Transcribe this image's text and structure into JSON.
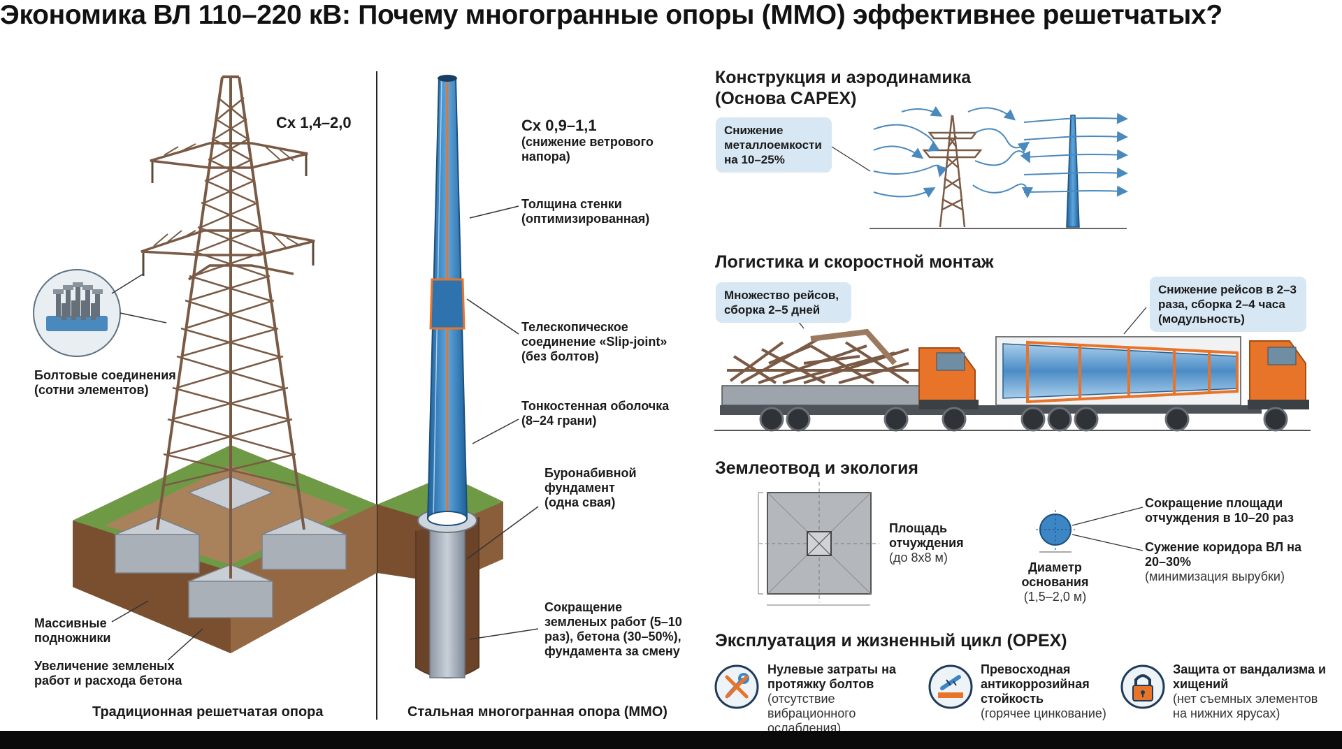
{
  "title": "Экономика ВЛ 110–220 кВ: Почему многогранные опоры (ММО) эффективнее решетчатых?",
  "lattice": {
    "cx": "Cx 1,4–2,0",
    "bolts_title": "Болтовые соединения",
    "bolts_sub": "(сотни элементов)",
    "footings": "Массивные подножники",
    "earthworks": "Увеличение земленых работ и расхода бетона",
    "caption": "Традиционная решетчатая опора"
  },
  "mmo": {
    "cx_title": "Cx 0,9–1,1",
    "cx_sub": "(снижение ветрового напора)",
    "wall_title": "Толщина стенки",
    "wall_sub": "(оптимизированная)",
    "slip_title": "Телескопическое соединение «Slip-joint»",
    "slip_sub": "(без болтов)",
    "shell_title": "Тонкостенная оболочка",
    "shell_sub": "(8–24 грани)",
    "found_title": "Буронабивной фундамент",
    "found_sub": "(одна свая)",
    "reduce_title": "Сокращение земленых работ (5–10 раз), бетона (30–50%), фундамента за смену",
    "caption": "Стальная многогранная опора (ММО)"
  },
  "sections": {
    "construction": {
      "title_l1": "Конструкция и аэродинамика",
      "title_l2": "(Основа CAPEX)",
      "callout": "Снижение металлоемкости на 10–25%"
    },
    "logistics": {
      "title": "Логистика и скоростной монтаж",
      "callout_left": "Множество рейсов, сборка 2–5 дней",
      "callout_right": "Снижение рейсов в 2–3 раза, сборка 2–4 часа (модульность)"
    },
    "ground": {
      "title": "Землеотвод и экология",
      "area_title": "Площадь отчуждения",
      "area_sub": "(до 8x8 м)",
      "diam_title": "Диаметр основания",
      "diam_sub": "(1,5–2,0 м)",
      "reduce_area": "Сокращение площади отчуждения в 10–20 раз",
      "corridor_title": "Сужение коридора ВЛ на 20–30%",
      "corridor_sub": "(минимизация вырубки)"
    },
    "opex": {
      "title": "Эксплуатация и жизненный цикл (OPEX)",
      "item1_title": "Нулевые затраты на протяжку болтов",
      "item1_sub": "(отсутствие вибрационного ослабления)",
      "item2_title": "Превосходная антикоррозийная стойкость",
      "item2_sub": "(горячее цинкование)",
      "item3_title": "Защита от вандализма и хищений",
      "item3_sub": "(нет съемных элементов на нижних ярусах)",
      "icon1": "wrench-cross-icon",
      "icon2": "galvanizing-icon",
      "icon3": "padlock-icon"
    }
  },
  "colors": {
    "steel_brown": "#7a5a45",
    "pole_blue": "#3d86c6",
    "orange": "#e8742a",
    "callout_bg": "#d7e7f3",
    "grass": "#6e9a45",
    "soil": "#8a5d3b"
  }
}
